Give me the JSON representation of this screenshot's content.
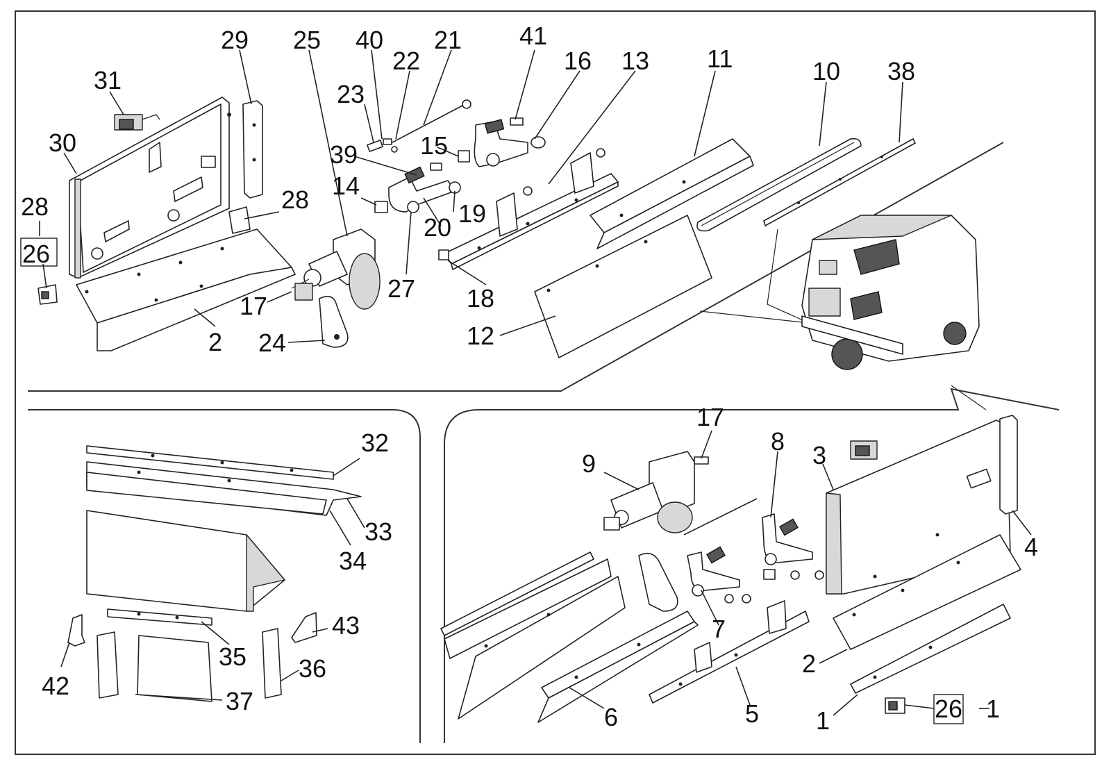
{
  "diagram": {
    "sections": [
      "top-assembly",
      "bottom-left-detail",
      "bottom-right-assembly"
    ],
    "callouts": {
      "top": [
        "29",
        "25",
        "40",
        "21",
        "22",
        "41",
        "16",
        "13",
        "11",
        "10",
        "38",
        "31",
        "23",
        "30",
        "39",
        "15",
        "14",
        "28",
        "28",
        "26",
        "19",
        "20",
        "27",
        "18",
        "17",
        "12",
        "2",
        "24"
      ],
      "bottom_left": [
        "32",
        "33",
        "34",
        "35",
        "43",
        "42",
        "36",
        "37"
      ],
      "bottom_right": [
        "17",
        "8",
        "3",
        "9",
        "4",
        "7",
        "2",
        "6",
        "5",
        "1",
        "26",
        "1"
      ]
    }
  }
}
